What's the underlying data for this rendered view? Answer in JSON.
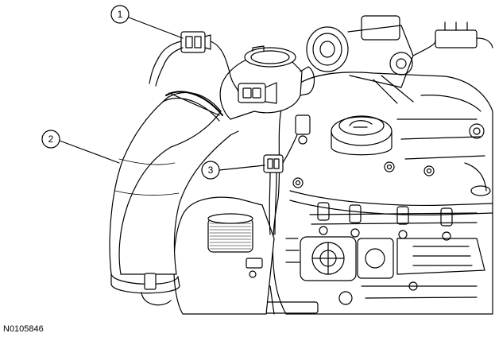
{
  "figure": {
    "id": "N0105846"
  },
  "callouts": [
    {
      "label": "1",
      "refers_to": "air-temperature-sensor-connector"
    },
    {
      "label": "2",
      "refers_to": "air-intake-tube"
    },
    {
      "label": "3",
      "refers_to": "electrical-connector"
    }
  ],
  "colors": {
    "line": "#000000",
    "background": "#ffffff",
    "shade": "#d9d9d9"
  }
}
